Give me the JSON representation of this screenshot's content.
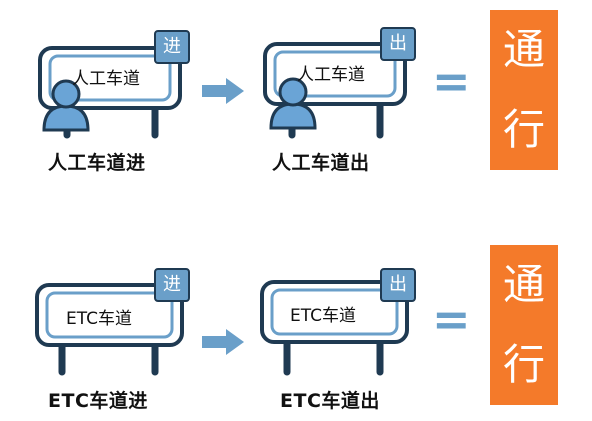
{
  "rows": [
    {
      "entry": {
        "board_text": "人工车道",
        "badge": "进",
        "caption": "人工车道进"
      },
      "exit": {
        "board_text": "人工车道",
        "badge": "出",
        "caption": "人工车道出"
      },
      "equals": "=",
      "result": {
        "char1": "通",
        "char2": "行"
      }
    },
    {
      "entry": {
        "board_text": "ETC车道",
        "badge": "进",
        "caption": "ETC车道进"
      },
      "exit": {
        "board_text": "ETC车道",
        "badge": "出",
        "caption": "ETC车道出"
      },
      "equals": "=",
      "result": {
        "char1": "通",
        "char2": "行"
      }
    }
  ],
  "colors": {
    "board_border": "#1f3a52",
    "board_fill": "#ffffff",
    "accent_blue": "#6a9fc9",
    "person_blue": "#6aa4d6",
    "result_orange": "#f47a2a"
  },
  "icons": [
    "toll-booth-sign-icon",
    "attendant-person-icon",
    "right-arrow-icon"
  ]
}
